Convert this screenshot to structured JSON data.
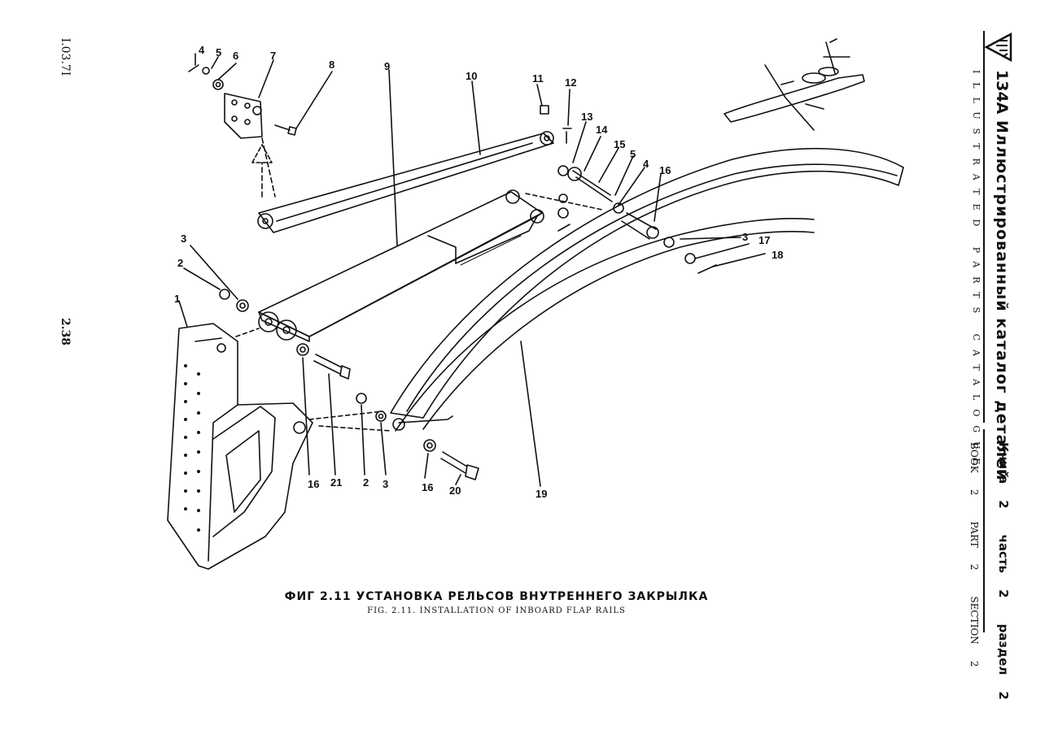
{
  "margin": {
    "document_ref": "I.03.7I",
    "page_number": "2.38"
  },
  "header": {
    "model": "134A",
    "title_ru": "Иллюстрированный каталог деталей",
    "title_en": "ILLUSTRATED PARTS CATALOGUE",
    "book_ru": "Книга",
    "book_num": "2",
    "part_ru": "часть",
    "part_num": "2",
    "section_ru": "раздел",
    "section_num": "2",
    "book_en": "BOOK",
    "part_en": "PART",
    "section_en": "SECTION"
  },
  "figure": {
    "caption_ru": "ФИГ 2.11 УСТАНОВКА РЕЛЬСОВ ВНУТРЕННЕГО ЗАКРЫЛКА",
    "caption_en": "FIG. 2.11. INSTALLATION OF INBOARD FLAP RAILS",
    "callouts": [
      "4",
      "5",
      "6",
      "7",
      "8",
      "9",
      "10",
      "11",
      "12",
      "13",
      "14",
      "15",
      "5",
      "4",
      "16",
      "3",
      "18",
      "17",
      "3",
      "2",
      "1",
      "16",
      "21",
      "2",
      "3",
      "16",
      "20",
      "19"
    ]
  },
  "colors": {
    "ink": "#111111",
    "paper": "#ffffff"
  }
}
